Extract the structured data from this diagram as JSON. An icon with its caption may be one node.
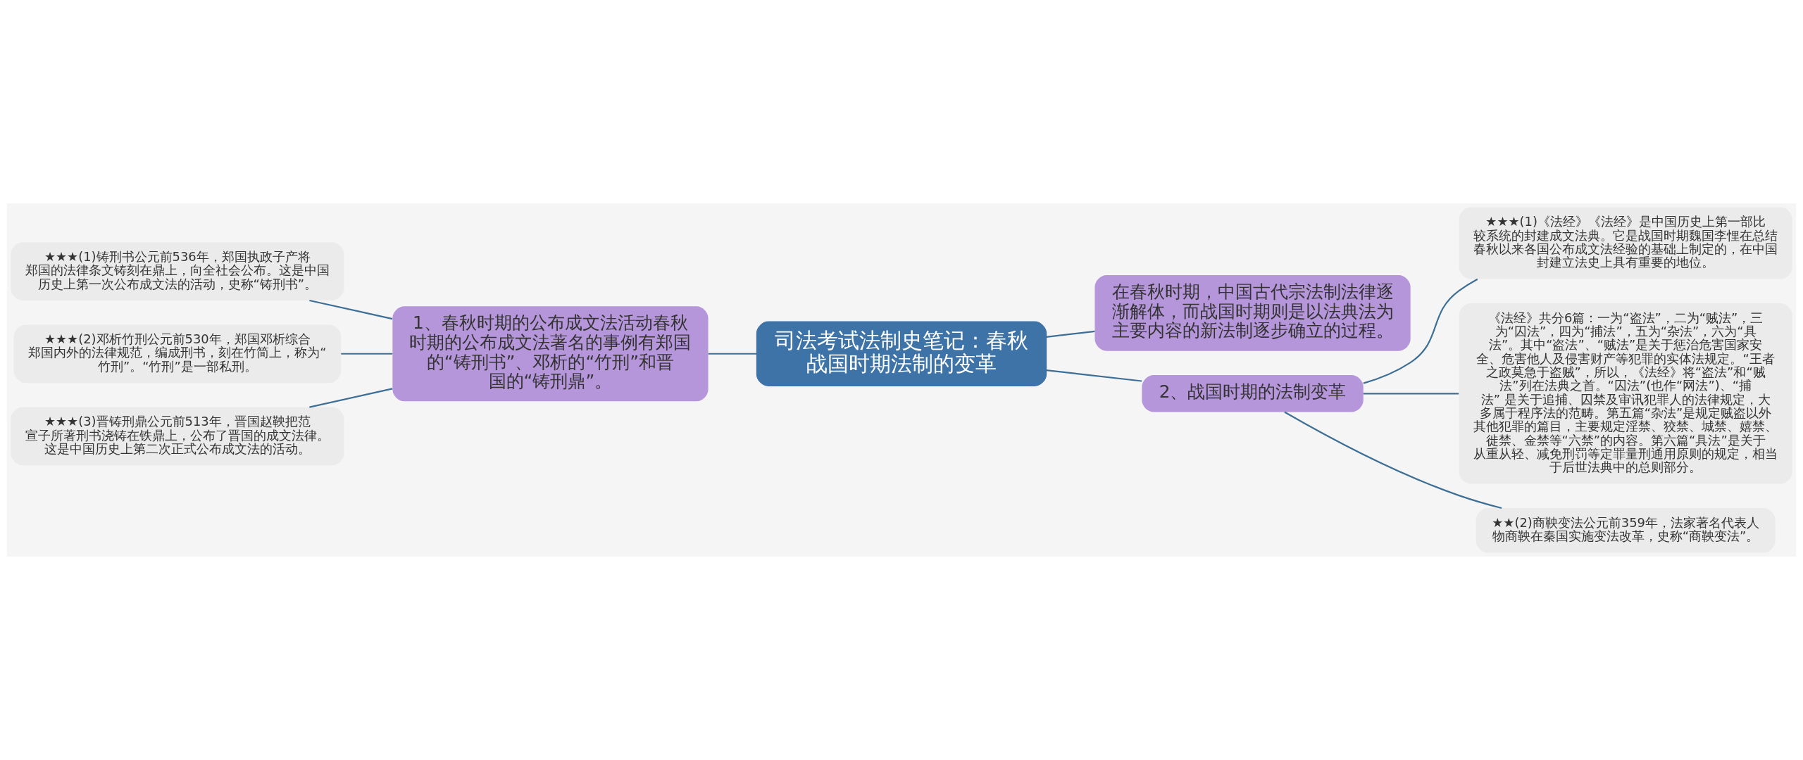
{
  "diagram": {
    "nodes": [
      {
        "text": [
          "司法考试法制史笔记：春秋战国时期法制的变革"
        ]
      },
      {
        "text": [
          "在春秋时期，中国古代宗法制法律逐渐解体，而战国时期则是以法典法为主要内容的新法制逐步确立的过程。"
        ]
      },
      {
        "text": [
          "1、春秋时期的公布成文法活动春秋时期的公布成文法著名的事例有郑国的“铸刑书”、邓析的“竹刑”和晋国的“铸刑鼎”。"
        ]
      },
      {
        "text": [
          "★★★(1)铸刑书公元前536年，郑国执政子产将郑国的法律条文铸刻在鼎上，向全社会公布。这是中国历史上第一次公布成文法的活动，史称“铸刑书”。"
        ]
      },
      {
        "text": [
          "★★★(2)邓析竹刑公元前530年，郑国邓析综合郑国内外的法律规范，编成刑书，刻在竹简上，称为“竹刑”。“竹刑”是一部私刑。"
        ]
      },
      {
        "text": [
          "★★★(3)晋铸刑鼎公元前513年，晋国赵鞅把范宣子所著刑书浇铸在铁鼎上，公布了晋国的成文法律。这是中国历史上第二次正式公布成文法的活动。"
        ]
      },
      {
        "text": [
          "2、战国时期的法制变革"
        ]
      },
      {
        "text": [
          "★★★(1)《法经》《法经》是中国历史上第一部比较系统的封建成文法典。它是战国时期魏国李悝在总结春秋以来各国公布成文法经验的基础上制定的，在中国封建立法史上具有重要的地位。"
        ]
      },
      {
        "text": [
          "《法经》共分6篇：一为“盗法”，二为“贼法”，三为“囚法”，四为“捕法”，五为“杂法”，六为“具法”。其中“盗法”、“贼法”是关于惩治危害国家安全、危害他人及侵害财产等犯罪的实体法规定。“王者之政莫急于盗贼”，所以，《法经》将“盗法”和“贼法”列在法典之首。“囚法”(也作“网法”)、“捕法” 是关于追捕、囚禁及审讯犯罪人的法律规定，大多属于程序法的范畴。第五篇“杂法”是规定贼盗以外其他犯罪的篇目，主要规定淫禁、狡禁、城禁、嬉禁、徙禁、金禁等“六禁”的内容。第六篇“具法”是关于从重从轻、减免刑罚等定罪量刑通用原则的规定，相当于后世法典中的总则部分。"
        ]
      },
      {
        "text": [
          "★★(2)商鞅变法公元前359年，法家著名代表人物商鞅在秦国实施变法改革，史称“商鞅变法”。"
        ]
      }
    ],
    "edges": [
      {
        "from": 0,
        "to": 1,
        "arrow": "none"
      },
      {
        "from": 0,
        "to": 2,
        "arrow": "none"
      },
      {
        "from": 2,
        "to": 3,
        "arrow": "none"
      },
      {
        "from": 2,
        "to": 4,
        "arrow": "none"
      },
      {
        "from": 2,
        "to": 5,
        "arrow": "none"
      },
      {
        "from": 0,
        "to": 6,
        "arrow": "none"
      },
      {
        "from": 6,
        "to": 7,
        "arrow": "none"
      },
      {
        "from": 6,
        "to": 8,
        "arrow": "none"
      },
      {
        "from": 6,
        "to": 9,
        "arrow": "none"
      }
    ]
  }
}
